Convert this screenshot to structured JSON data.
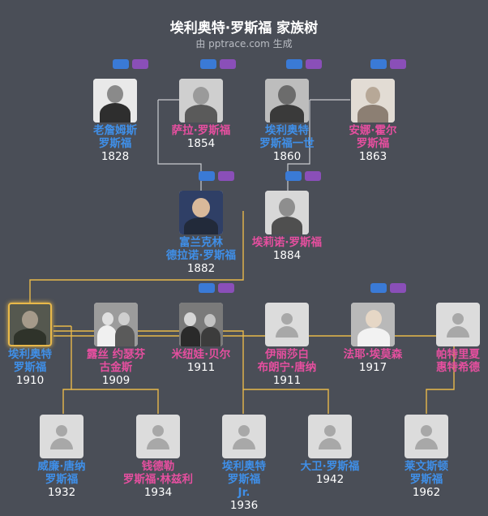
{
  "header": {
    "title": "埃利奥特·罗斯福 家族树",
    "subtitle": "由 pptrace.com 生成"
  },
  "people": {
    "james": {
      "name_lines": [
        "老詹姆斯",
        "罗斯福"
      ],
      "year": "1828",
      "gender": "male"
    },
    "sara": {
      "name_lines": [
        "萨拉·罗斯福"
      ],
      "year": "1854",
      "gender": "female"
    },
    "elliott_sr": {
      "name_lines": [
        "埃利奥特",
        "罗斯福一世"
      ],
      "year": "1860",
      "gender": "male"
    },
    "anna": {
      "name_lines": [
        "安娜·霍尔",
        "罗斯福"
      ],
      "year": "1863",
      "gender": "female"
    },
    "franklin": {
      "name_lines": [
        "富兰克林",
        "德拉诺·罗斯福"
      ],
      "year": "1882",
      "gender": "male"
    },
    "eleanor": {
      "name_lines": [
        "埃莉诺·罗斯福"
      ],
      "year": "1884",
      "gender": "female"
    },
    "elliott": {
      "name_lines": [
        "埃利奥特",
        "罗斯福"
      ],
      "year": "1910",
      "gender": "male"
    },
    "ruth": {
      "name_lines": [
        "露丝 约瑟芬",
        "古金斯"
      ],
      "year": "1909",
      "gender": "female"
    },
    "minnewa": {
      "name_lines": [
        "米纽娃·贝尔"
      ],
      "year": "1911",
      "gender": "female"
    },
    "elizabeth": {
      "name_lines": [
        "伊丽莎白",
        "布朗宁·唐纳"
      ],
      "year": "1911",
      "gender": "female"
    },
    "faye": {
      "name_lines": [
        "法耶·埃莫森"
      ],
      "year": "1917",
      "gender": "female"
    },
    "patricia": {
      "name_lines": [
        "帕特里夏",
        "惠特希德"
      ],
      "year": "",
      "gender": "female"
    },
    "william": {
      "name_lines": [
        "威廉·唐纳",
        "罗斯福"
      ],
      "year": "1932",
      "gender": "male"
    },
    "chandler": {
      "name_lines": [
        "钱德勒",
        "罗斯福·林兹利"
      ],
      "year": "1934",
      "gender": "female"
    },
    "elliott_jr": {
      "name_lines": [
        "埃利奥特",
        "罗斯福",
        "Jr."
      ],
      "year": "1936",
      "gender": "male"
    },
    "david": {
      "name_lines": [
        "大卫·罗斯福"
      ],
      "year": "1942",
      "gender": "male"
    },
    "ford": {
      "name_lines": [
        "莱文斯顿",
        "罗斯福"
      ],
      "year": "1962",
      "gender": "male"
    }
  },
  "colors": {
    "background": "#4a4e57",
    "male_name": "#3f8fe8",
    "female_name": "#e54f9f",
    "year": "#ffffff",
    "line_parent": "#c9cbd0",
    "line_descendant": "#e8b84a",
    "selected_border": "#e8b84a"
  }
}
